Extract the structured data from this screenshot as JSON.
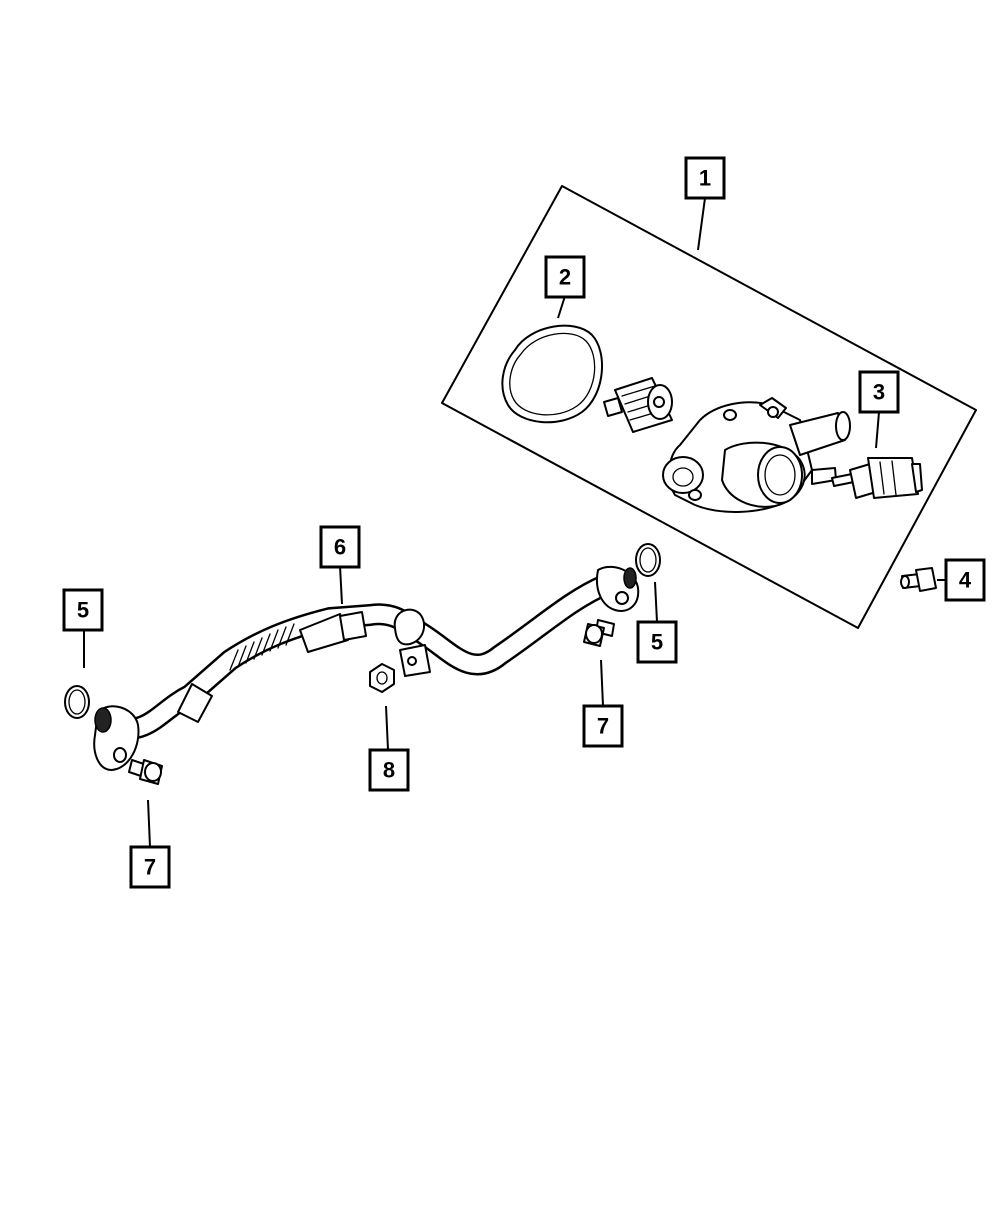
{
  "callouts": [
    {
      "id": "1",
      "label": "1"
    },
    {
      "id": "2",
      "label": "2"
    },
    {
      "id": "3",
      "label": "3"
    },
    {
      "id": "4",
      "label": "4"
    },
    {
      "id": "5a",
      "label": "5"
    },
    {
      "id": "5b",
      "label": "5"
    },
    {
      "id": "6",
      "label": "6"
    },
    {
      "id": "7a",
      "label": "7"
    },
    {
      "id": "7b",
      "label": "7"
    },
    {
      "id": "8",
      "label": "8"
    }
  ]
}
